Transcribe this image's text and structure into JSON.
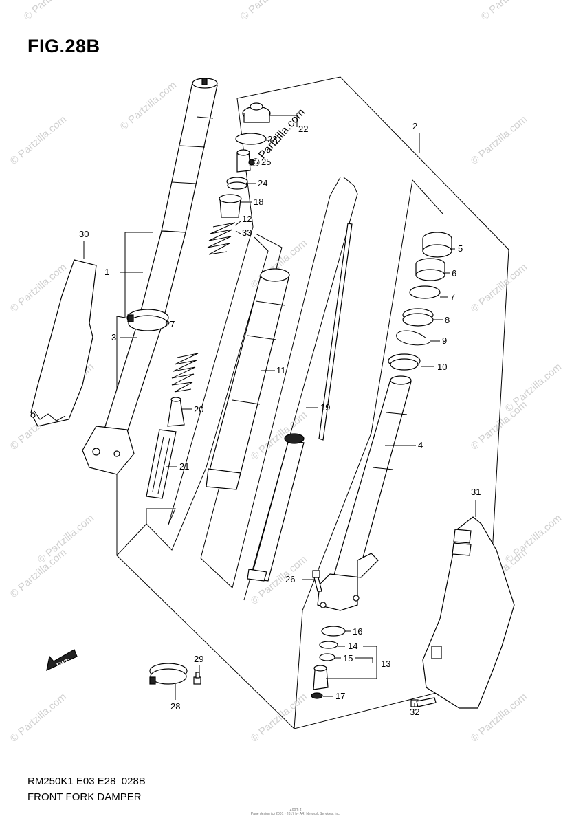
{
  "figure": {
    "title": "FIG.28B",
    "model_code": "RM250K1 E03 E28_028B",
    "assembly_name": "FRONT FORK DAMPER",
    "credit_line1": "Zoom it",
    "credit_line2": "Page design (c) 2001 - 2017 by ARI Network Services, Inc.",
    "watermark": "© Partzilla.com",
    "stamp": "© Partzilla.com",
    "fwd_label": "FWD"
  },
  "parts": [
    {
      "id": "1",
      "label": "1"
    },
    {
      "id": "2",
      "label": "2"
    },
    {
      "id": "3",
      "label": "3"
    },
    {
      "id": "4",
      "label": "4"
    },
    {
      "id": "5",
      "label": "5"
    },
    {
      "id": "6",
      "label": "6"
    },
    {
      "id": "7",
      "label": "7"
    },
    {
      "id": "8",
      "label": "8"
    },
    {
      "id": "9",
      "label": "9"
    },
    {
      "id": "10",
      "label": "10"
    },
    {
      "id": "11",
      "label": "11"
    },
    {
      "id": "12",
      "label": "12"
    },
    {
      "id": "13",
      "label": "13"
    },
    {
      "id": "14",
      "label": "14"
    },
    {
      "id": "15",
      "label": "15"
    },
    {
      "id": "16",
      "label": "16"
    },
    {
      "id": "17",
      "label": "17"
    },
    {
      "id": "18",
      "label": "18"
    },
    {
      "id": "19",
      "label": "19"
    },
    {
      "id": "20",
      "label": "20"
    },
    {
      "id": "21",
      "label": "21"
    },
    {
      "id": "22",
      "label": "22"
    },
    {
      "id": "23",
      "label": "23"
    },
    {
      "id": "24",
      "label": "24"
    },
    {
      "id": "25",
      "label": "25"
    },
    {
      "id": "26",
      "label": "26"
    },
    {
      "id": "27",
      "label": "27"
    },
    {
      "id": "28",
      "label": "28"
    },
    {
      "id": "29",
      "label": "29"
    },
    {
      "id": "30",
      "label": "30"
    },
    {
      "id": "31",
      "label": "31"
    },
    {
      "id": "32",
      "label": "32"
    },
    {
      "id": "33",
      "label": "33"
    }
  ]
}
